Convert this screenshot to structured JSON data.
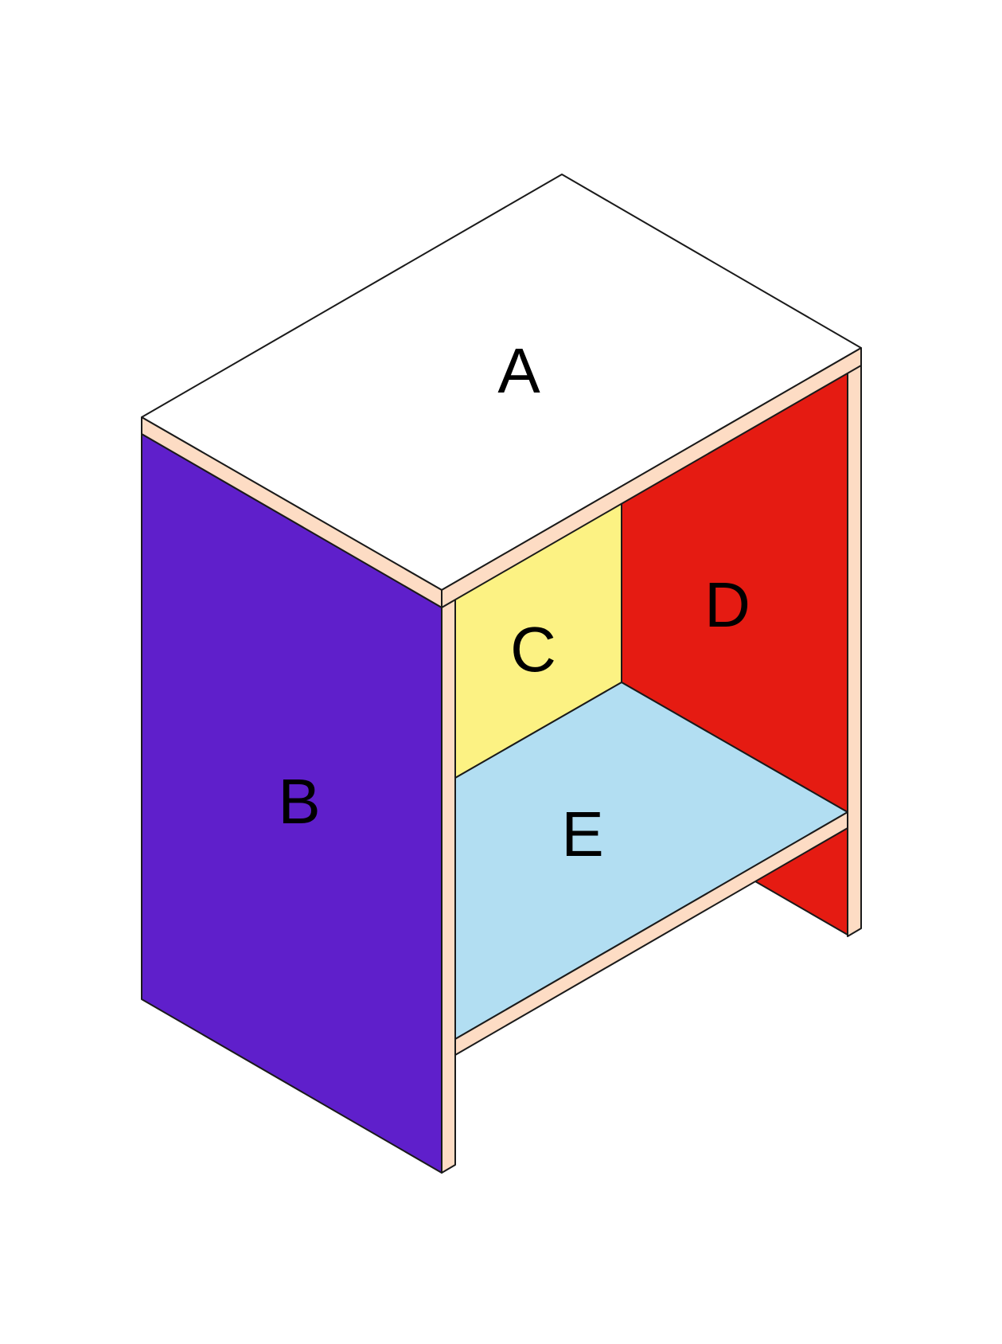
{
  "diagram": {
    "labels": {
      "a": "A",
      "b": "B",
      "c": "C",
      "d": "D",
      "e": "E"
    },
    "colors": {
      "top": "#ffffff",
      "left_side": "#5f1fcb",
      "back_panel": "#fcf283",
      "right_side": "#e51b12",
      "shelf": "#b2def2",
      "edge": "#fddcc4",
      "outline": "#1a1a1a"
    }
  }
}
